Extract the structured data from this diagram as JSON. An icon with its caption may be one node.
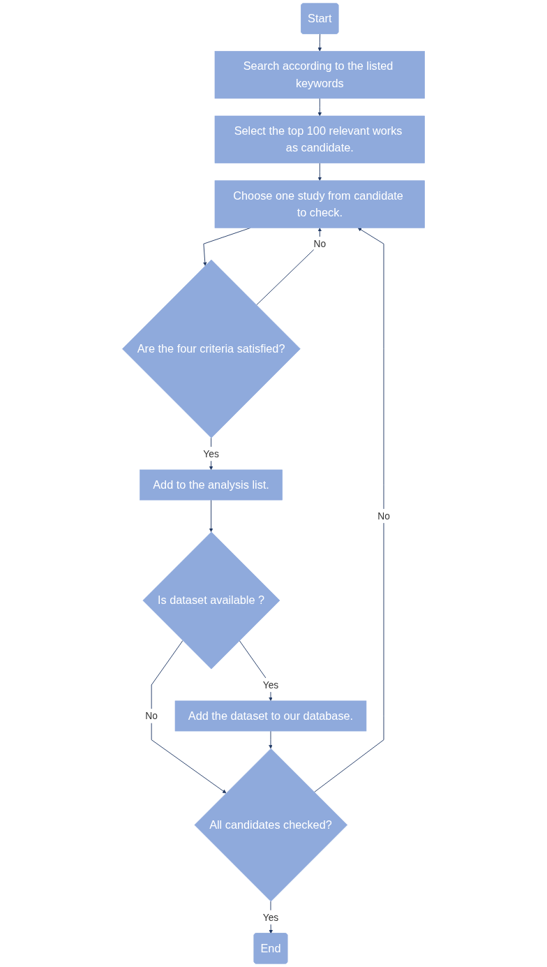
{
  "diagram": {
    "nodes": [
      {
        "text": [
          "Start"
        ]
      },
      {
        "text": [
          "Search according to the listed keywords"
        ]
      },
      {
        "text": [
          "Select the top 100 relevant works as candidate."
        ]
      },
      {
        "text": [
          "Choose one study from candidate to check."
        ]
      },
      {
        "text": [
          "Are the four criteria satisfied?"
        ]
      },
      {
        "text": [
          "Add to the analysis list."
        ]
      },
      {
        "text": [
          "Is dataset available ?"
        ]
      },
      {
        "text": [
          "Add the dataset to our database."
        ]
      },
      {
        "text": [
          "All candidates checked?"
        ]
      },
      {
        "text": [
          "End"
        ]
      }
    ],
    "edges": [
      {
        "from": 0,
        "to": 1,
        "arrow": "to"
      },
      {
        "from": 1,
        "to": 2,
        "arrow": "to"
      },
      {
        "from": 2,
        "to": 3,
        "arrow": "to"
      },
      {
        "from": 3,
        "to": 4,
        "arrow": "to"
      },
      {
        "from": 4,
        "to": 5,
        "arrow": "to",
        "label": "Yes"
      },
      {
        "from": 4,
        "to": 3,
        "arrow": "to",
        "label": "No"
      },
      {
        "from": 5,
        "to": 6,
        "arrow": "to"
      },
      {
        "from": 6,
        "to": 7,
        "arrow": "to",
        "label": "Yes"
      },
      {
        "from": 6,
        "to": 8,
        "arrow": "to",
        "label": "No"
      },
      {
        "from": 7,
        "to": 8,
        "arrow": "to"
      },
      {
        "from": 8,
        "to": 9,
        "arrow": "to",
        "label": "Yes"
      },
      {
        "from": 8,
        "to": 3,
        "arrow": "to",
        "label": "No"
      }
    ]
  }
}
